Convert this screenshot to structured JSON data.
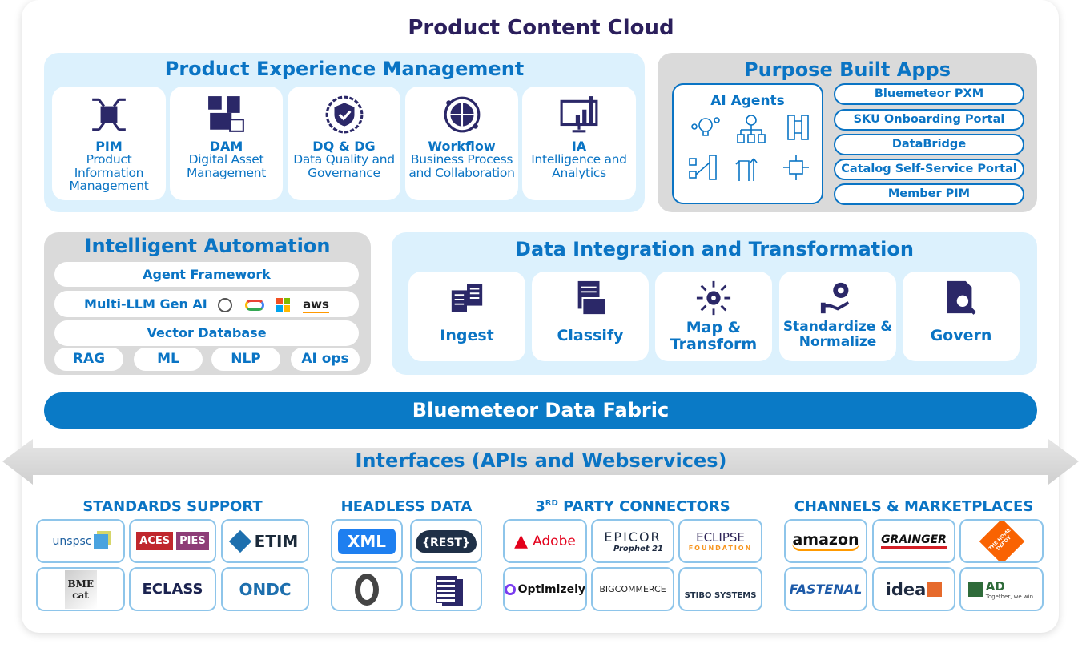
{
  "title": "Product Content Cloud",
  "pxm": {
    "title": "Product Experience Management",
    "cards": [
      {
        "head": "PIM",
        "sub": "Product Information Management",
        "icon": "product-network-icon"
      },
      {
        "head": "DAM",
        "sub": "Digital Asset Management",
        "icon": "digital-assets-icon"
      },
      {
        "head": "DQ & DG",
        "sub": "Data Quality and Governance",
        "icon": "shield-check-icon"
      },
      {
        "head": "Workflow",
        "sub": "Business Process and Collaboration",
        "icon": "puzzle-globe-icon"
      },
      {
        "head": "IA",
        "sub": "Intelligence and Analytics",
        "icon": "analytics-monitor-icon"
      }
    ]
  },
  "apps": {
    "title": "Purpose Built Apps",
    "agents_title": "AI Agents",
    "items": [
      "Bluemeteor PXM",
      "SKU Onboarding Portal",
      "DataBridge",
      "Catalog Self-Service Portal",
      "Member PIM"
    ]
  },
  "automation": {
    "title": "Intelligent Automation",
    "rows": [
      "Agent Framework",
      "Multi-LLM Gen AI",
      "Vector Database"
    ],
    "aws": "aws",
    "small": [
      "RAG",
      "ML",
      "NLP",
      "AI ops"
    ]
  },
  "integration": {
    "title": "Data Integration and Transformation",
    "cards": [
      {
        "label": "Ingest",
        "icon": "documents-icon"
      },
      {
        "label": "Classify",
        "icon": "file-folder-icon"
      },
      {
        "label": "Map & Transform",
        "icon": "gear-arrows-icon"
      },
      {
        "label": "Standardize & Normalize",
        "icon": "hand-gear-icon"
      },
      {
        "label": "Govern",
        "icon": "document-search-icon"
      }
    ]
  },
  "fabric": "Bluemeteor Data Fabric",
  "interfaces": "Interfaces (APIs and Webservices)",
  "sections": [
    {
      "title": "STANDARDS SUPPORT",
      "logos": [
        "unspsc",
        "ACES",
        "PIES",
        "ETIM",
        "BME cat",
        "ECLASS",
        "ONDC"
      ]
    },
    {
      "title": "HEADLESS DATA",
      "logos": [
        "XML",
        "{REST}"
      ]
    },
    {
      "title_pre": "3",
      "title_sup": "RD",
      "title_post": " PARTY CONNECTORS",
      "logos": [
        "Adobe",
        "EPICOR",
        "Prophet 21",
        "ECLIPSE",
        "FOUNDATION",
        "Optimizely",
        "BIGCOMMERCE",
        "STIBO SYSTEMS"
      ]
    },
    {
      "title": "CHANNELS & MARKETPLACES",
      "logos": [
        "amazon",
        "GRAINGER",
        "THE HOME DEPOT",
        "FASTENAL",
        "idea",
        "AD",
        "Together, we win."
      ]
    }
  ],
  "colors": {
    "navy": "#2b1f5c",
    "blue": "#0a74c4",
    "light": "#dcf1fd",
    "grey": "#dadada",
    "icon": "#2b2868"
  }
}
